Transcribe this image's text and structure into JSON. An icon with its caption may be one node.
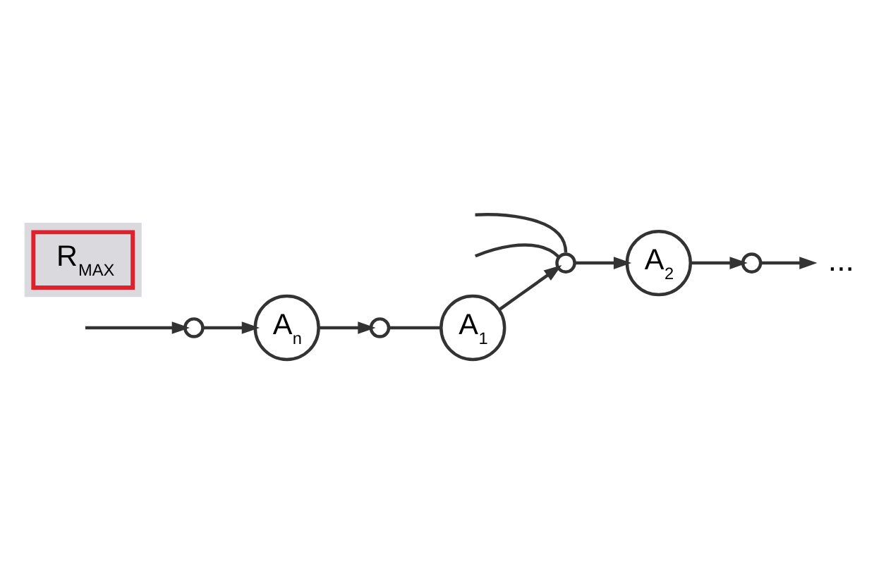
{
  "diagram": {
    "nodes": [
      {
        "text": [
          "A$_{1}$"
        ]
      },
      {
        "text": [],
        "shape": "circle"
      },
      {
        "text": [],
        "shape": "circle"
      },
      {
        "text": [],
        "shape": "polygon"
      },
      {
        "text": [
          "R$_{MAX}$"
        ],
        "in": 3
      },
      {
        "text": [
          "A$_{2}$"
        ]
      },
      {
        "text": [
          "A$_{n}$"
        ]
      },
      {
        "text": [],
        "shape": "circle"
      },
      {
        "text": [
          "..."
        ]
      },
      {
        "text": [],
        "shape": "circle"
      }
    ],
    "edges": [
      {
        "from": 0,
        "to": 1,
        "arrow": "to"
      },
      {
        "from": null,
        "to": 1,
        "arrow": "none"
      },
      {
        "from": null,
        "to": 1,
        "arrow": "none"
      },
      {
        "from": 1,
        "to": 5,
        "arrow": "to"
      },
      {
        "from": 5,
        "to": 7,
        "arrow": "to"
      },
      {
        "from": 7,
        "to": 8,
        "arrow": "to"
      },
      {
        "from": null,
        "to": 9,
        "arrow": "to"
      },
      {
        "from": 9,
        "to": 6,
        "arrow": "to"
      },
      {
        "from": 6,
        "to": 2,
        "arrow": "to"
      },
      {
        "from": 2,
        "to": 0,
        "arrow": "none"
      }
    ]
  }
}
